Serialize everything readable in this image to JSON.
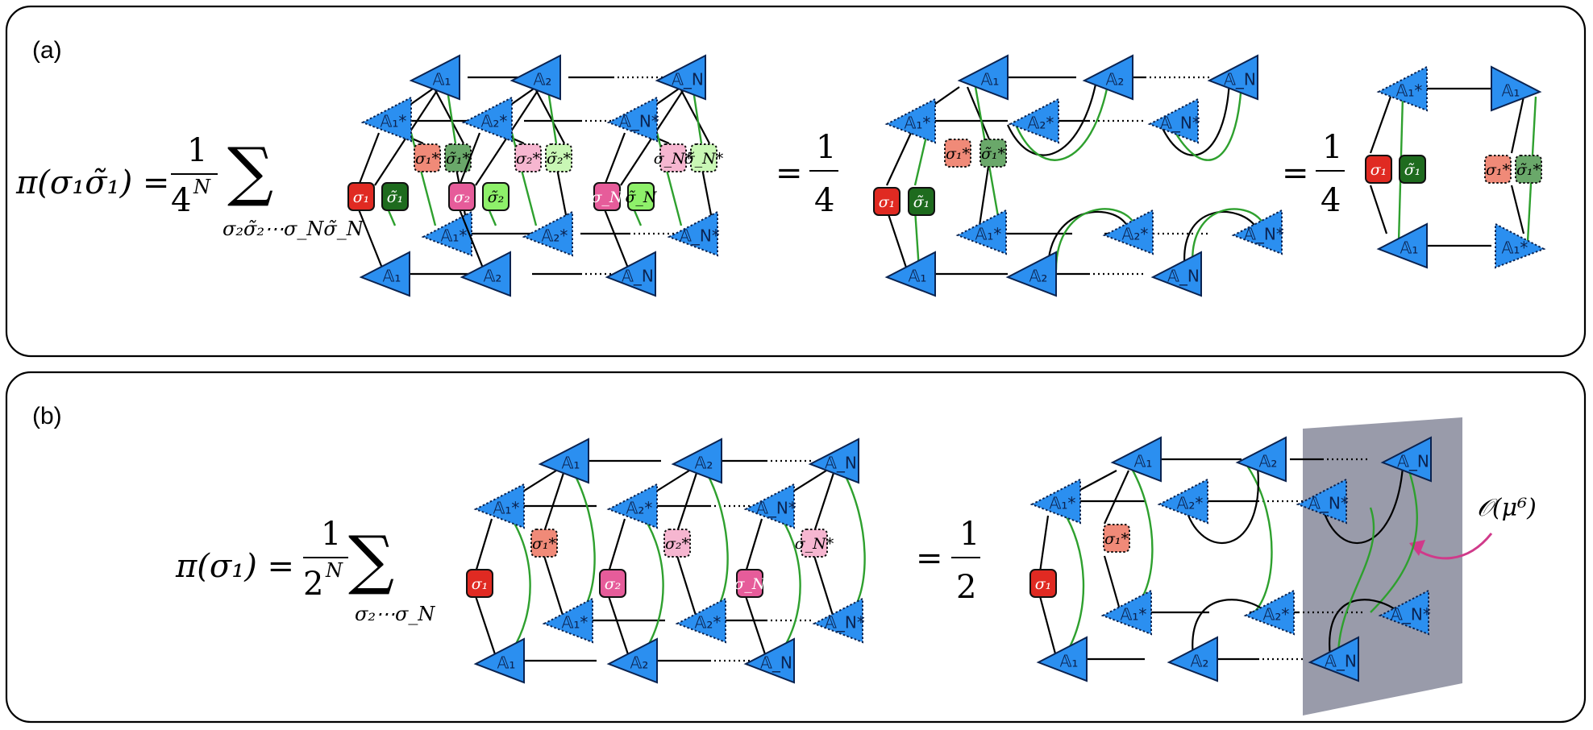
{
  "panels": [
    {
      "label": "(a)"
    },
    {
      "label": "(b)"
    }
  ],
  "panel_a": {
    "lhs": "π(σ₁σ̃₁) =",
    "frac1_num": "1",
    "frac1_den": "4",
    "frac1_den_exp": "N",
    "sum_sub": "σ₂σ̃₂⋯σ_Nσ̃_N",
    "eq2": "=",
    "frac2_num": "1",
    "frac2_den": "4",
    "eq3": "=",
    "frac3_num": "1",
    "frac3_den": "4"
  },
  "panel_b": {
    "lhs": "π(σ₁) =",
    "frac1_num": "1",
    "frac1_den": "2",
    "frac1_den_exp": "N",
    "sum_sub": "σ₂⋯σ_N",
    "eq2": "=",
    "frac2_num": "1",
    "frac2_den": "2",
    "annotation": "𝒪(μ⁶)"
  },
  "tensor_labels": {
    "A1": "𝔸₁",
    "A2": "𝔸₂",
    "AN": "𝔸_N",
    "A1s": "𝔸₁*",
    "A2s": "𝔸₂*",
    "ANs": "𝔸_N*"
  },
  "site_labels": {
    "s1": "σ₁",
    "s2": "σ₂",
    "sN": "σ_N",
    "t1": "σ̃₁",
    "t2": "σ̃₂",
    "tN": "σ̃_N",
    "s1s": "σ₁*",
    "s2s": "σ₂*",
    "sNs": "σ_N*",
    "t1s": "σ̃₁*",
    "t2s": "σ̃₂*",
    "tNs": "σ̃_N*"
  },
  "colors": {
    "tensor": "#2b8ff0",
    "sigma1": "#e02a22",
    "tilde_sigma1": "#1e6b1e",
    "sigma1_conj": "#f08a78",
    "tilde_sigma1_conj": "#6aa86a",
    "sigma2": "#e65c9a",
    "tilde_sigma2": "#8ef06a",
    "sigma2_conj": "#f6b6d0",
    "tilde_sigma2_conj": "#c9f7b5",
    "contraction_green": "#2ea02e",
    "shade": "#6d7086",
    "arrow": "#d03a8a"
  }
}
